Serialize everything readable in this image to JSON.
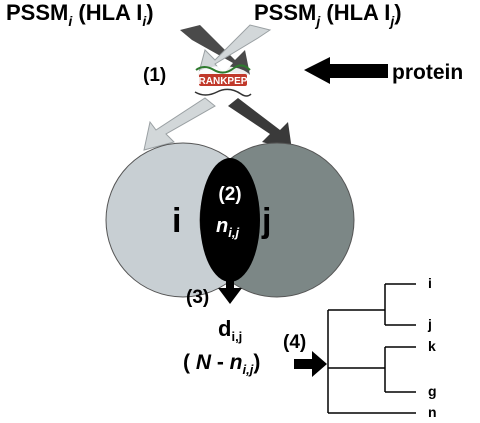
{
  "pssm_i": {
    "text": "PSSM",
    "sub": "i",
    "paren_open": " (HLA I",
    "paren_sub": "i",
    "close": ")"
  },
  "pssm_j": {
    "text": "PSSM",
    "sub": "j",
    "paren_open": " (HLA I",
    "paren_sub": "j",
    "close": ")"
  },
  "protein_label": "protein",
  "logo_text": "RANKPEP",
  "steps": {
    "s1": "(1)",
    "s2": "(2)",
    "s3": "(3)",
    "s4": "(4)"
  },
  "venn": {
    "left": "i",
    "right": "j",
    "n": "n",
    "n_sub": "i,j"
  },
  "distance": {
    "d": "d",
    "d_sub": "i,j",
    "open": "( ",
    "N": "N",
    "minus": " - ",
    "n": "n",
    "n_sub": "i,j",
    "close": ")"
  },
  "tree_leaves": [
    "i",
    "j",
    "k",
    "g",
    "n"
  ],
  "colors": {
    "light_gray": "#c8cfd3",
    "dark_gray": "#7c8786",
    "black": "#000000",
    "arrow_light": "#d2d7d9",
    "arrow_dark": "#3a3a3a"
  }
}
